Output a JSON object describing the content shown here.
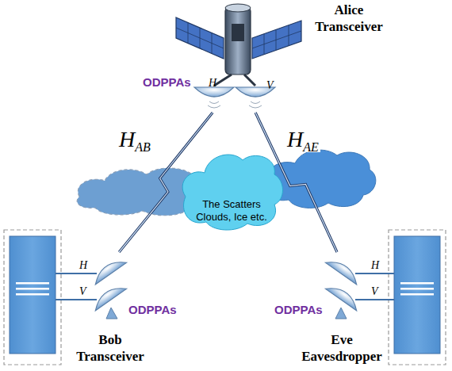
{
  "diagram": {
    "nodes": [
      {
        "text": [
          "Alice Transceiver"
        ]
      },
      {
        "text": [
          "The Scatters Clouds, Ice etc."
        ]
      },
      {
        "text": [
          "Bob Transceiver"
        ]
      },
      {
        "text": [
          "Eve Eavesdropper"
        ]
      }
    ],
    "edges": [
      {
        "from": 0,
        "to": 2,
        "label": "HAB",
        "arrow": "none"
      },
      {
        "from": 0,
        "to": 3,
        "label": "HAE",
        "arrow": "none"
      }
    ],
    "labels": [
      "ODPPAs",
      "H",
      "V",
      "ODPPAs",
      "H",
      "V",
      "ODPPAs",
      "H",
      "V"
    ]
  }
}
